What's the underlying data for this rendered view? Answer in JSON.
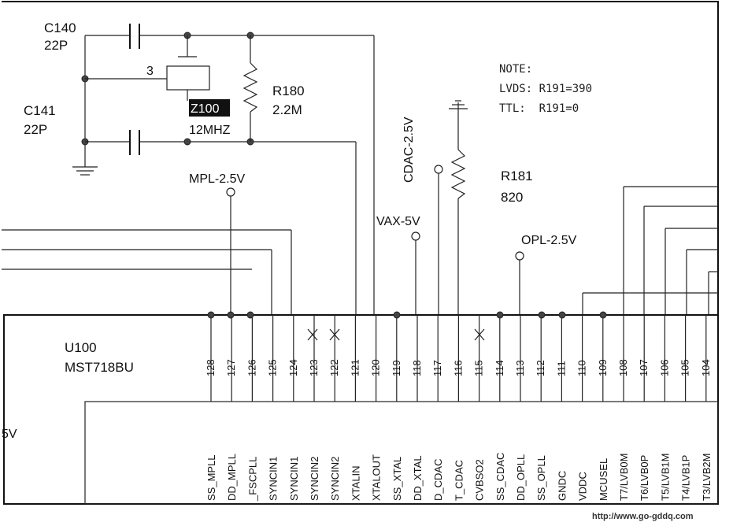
{
  "components": {
    "c140": {
      "ref": "C140",
      "value": "22P"
    },
    "c141": {
      "ref": "C141",
      "value": "22P"
    },
    "r180": {
      "ref": "R180",
      "value": "2.2M"
    },
    "r181": {
      "ref": "R181",
      "value": "820"
    },
    "z100": {
      "ref": "Z100",
      "value": "12MHZ",
      "pin": "3"
    },
    "u100": {
      "ref": "U100",
      "part": "MST718BU"
    }
  },
  "nets": {
    "mpl": "MPL-2.5V",
    "cdac": "CDAC-2.5V",
    "vax": "VAX-5V",
    "opl": "OPL-2.5V",
    "left_edge": "5V"
  },
  "note": {
    "title": "NOTE:",
    "line1": "LVDS: R191=390",
    "line2": "TTL:  R191=0"
  },
  "pins": [
    {
      "num": "128",
      "name": "SS_MPLL"
    },
    {
      "num": "127",
      "name": "DD_MPLL"
    },
    {
      "num": "126",
      "name": "_FSCPLL"
    },
    {
      "num": "125",
      "name": "SYNCIN1"
    },
    {
      "num": "124",
      "name": "SYNCIN1"
    },
    {
      "num": "123",
      "name": "SYNCIN2"
    },
    {
      "num": "122",
      "name": "SYNCIN2"
    },
    {
      "num": "121",
      "name": "XTALIN"
    },
    {
      "num": "120",
      "name": "XTALOUT"
    },
    {
      "num": "119",
      "name": "SS_XTAL"
    },
    {
      "num": "118",
      "name": "DD_XTAL"
    },
    {
      "num": "117",
      "name": "D_CDAC"
    },
    {
      "num": "116",
      "name": "T_CDAC"
    },
    {
      "num": "115",
      "name": "CVBSO2"
    },
    {
      "num": "114",
      "name": "SS_CDAC"
    },
    {
      "num": "113",
      "name": "DD_OPLL"
    },
    {
      "num": "112",
      "name": "SS_OPLL"
    },
    {
      "num": "111",
      "name": "GNDC"
    },
    {
      "num": "110",
      "name": "VDDC"
    },
    {
      "num": "109",
      "name": "MCUSEL"
    },
    {
      "num": "108",
      "name": "T7/LVB0M"
    },
    {
      "num": "107",
      "name": "T6/LVB0P"
    },
    {
      "num": "106",
      "name": "T5/LVB1M"
    },
    {
      "num": "105",
      "name": "T4/LVB1P"
    },
    {
      "num": "104",
      "name": "T3/LVB2M"
    }
  ],
  "footer": {
    "url": "http://www.go-gddq.com"
  }
}
